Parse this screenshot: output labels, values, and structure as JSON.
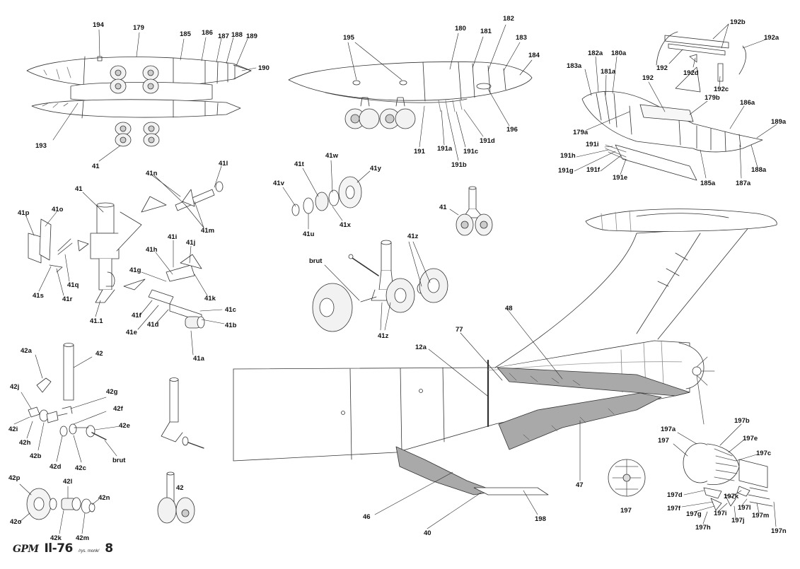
{
  "footer": {
    "brand": "GPM",
    "model": "Il-76",
    "subtitle": "/rys. monk/",
    "page_number": "8"
  },
  "part_labels": {
    "p194": "194",
    "p179": "179",
    "p185": "185",
    "p186": "186",
    "p187": "187",
    "p188": "188",
    "p189": "189",
    "p190": "190",
    "p193": "193",
    "p41_top": "41",
    "p195": "195",
    "p180": "180",
    "p181": "181",
    "p182": "182",
    "p183": "183",
    "p184": "184",
    "p196": "196",
    "p191": "191",
    "p191a": "191a",
    "p191b": "191b",
    "p191c": "191c",
    "p191d": "191d",
    "p192b": "192b",
    "p192a": "192a",
    "p182a": "182a",
    "p180a": "180a",
    "p183a": "183a",
    "p181a": "181a",
    "p192": "192",
    "p192_top": "192",
    "p192d": "192d",
    "p192c": "192c",
    "p179b": "179b",
    "p179a": "179a",
    "p186a": "186a",
    "p189a": "189a",
    "p191i": "191i",
    "p191h": "191h",
    "p191g": "191g",
    "p191f": "191f",
    "p191e": "191e",
    "p185a": "185a",
    "p187a": "187a",
    "p188a": "188a",
    "p41n": "41n",
    "p41l": "41l",
    "p41": "41",
    "p41m": "41m",
    "p41p": "41p",
    "p41o": "41o",
    "p41q": "41q",
    "p41s": "41s",
    "p41r": "41r",
    "p41_1": "41.1",
    "p41i": "41i",
    "p41h": "41h",
    "p41j": "41j",
    "p41g": "41g",
    "p41k": "41k",
    "p41f": "41f",
    "p41e": "41e",
    "p41d": "41d",
    "p41c": "41c",
    "p41b": "41b",
    "p41a": "41a",
    "p41t": "41t",
    "p41w": "41w",
    "p41y": "41y",
    "p41v": "41v",
    "p41u": "41u",
    "p41x": "41x",
    "p41_mid": "41",
    "p41z_top": "41z",
    "p41z_bot": "41z",
    "pbrut_mid": "brut",
    "p48": "48",
    "p77": "77",
    "p12a": "12a",
    "p42a": "42a",
    "p42": "42",
    "p42j": "42j",
    "p42g": "42g",
    "p42f": "42f",
    "p42i": "42i",
    "p42e": "42e",
    "p42h": "42h",
    "p42b": "42b",
    "p42d": "42d",
    "p42c": "42c",
    "pbrut_left": "brut",
    "p42_small": "42",
    "p42p": "42p",
    "p42l": "42l",
    "p42n": "42n",
    "p42o": "42o",
    "p42k": "42k",
    "p42m": "42m",
    "p46": "46",
    "p40": "40",
    "p198": "198",
    "p47": "47",
    "p197b": "197b",
    "p197a": "197a",
    "p197e": "197e",
    "p197": "197",
    "p197c": "197c",
    "p197d": "197d",
    "p197k": "197k",
    "p197f": "197f",
    "p197l": "197l",
    "p197i": "197i",
    "p197g": "197g",
    "p197m": "197m",
    "p197j": "197j",
    "p197h": "197h",
    "p197_sm": "197",
    "p197n": "197n"
  },
  "colors": {
    "line": "#333333",
    "fill": "#ffffff",
    "part_shade": "#a9a9a9",
    "tire": "#f2f2f2"
  }
}
